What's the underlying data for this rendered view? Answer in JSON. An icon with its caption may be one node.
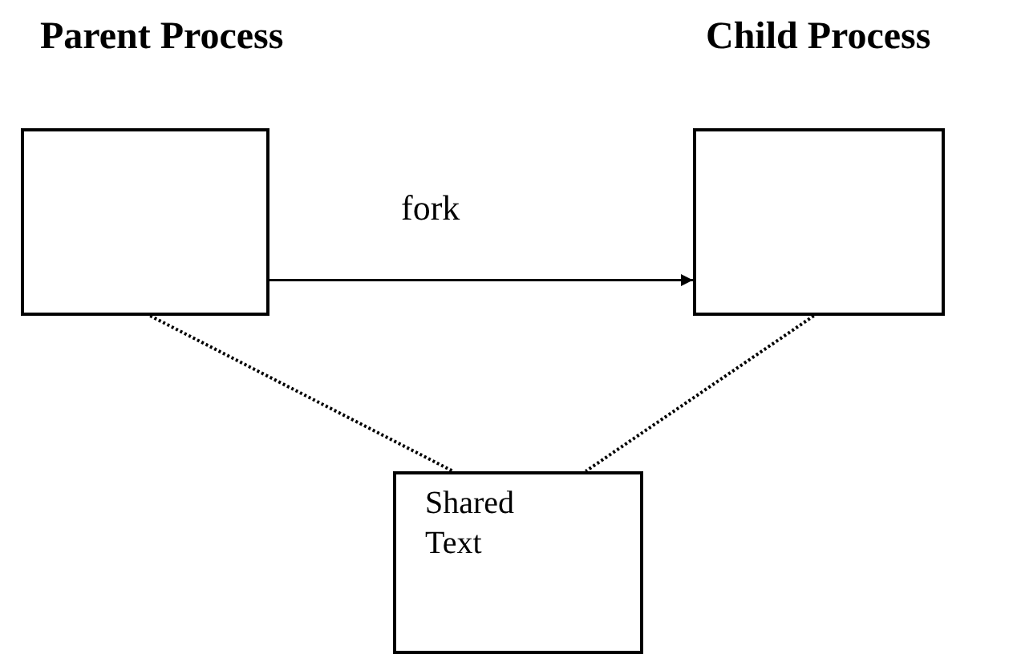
{
  "diagram": {
    "nodes": [
      {
        "text": [
          "Parent Process"
        ]
      },
      {
        "text": [
          "Child Process"
        ]
      },
      {
        "text": [
          "Shared Text"
        ]
      }
    ],
    "edges": [
      {
        "from": 0,
        "to": 1,
        "arrow": "to",
        "label": "fork"
      },
      {
        "from": 0,
        "to": 2,
        "arrow": "none",
        "style": "dashed"
      },
      {
        "from": 1,
        "to": 2,
        "arrow": "none",
        "style": "dashed"
      }
    ]
  }
}
